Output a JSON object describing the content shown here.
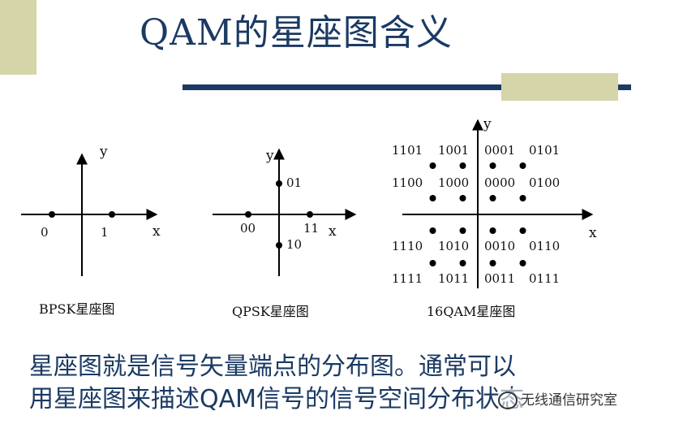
{
  "title": "QAM的星座图含义",
  "bpsk": {
    "y_label": "y",
    "x_label": "x",
    "points": [
      {
        "label": "0",
        "i": -1,
        "q": 0
      },
      {
        "label": "1",
        "i": 1,
        "q": 0
      }
    ],
    "caption": "BPSK星座图"
  },
  "qpsk": {
    "y_label": "y",
    "x_label": "x",
    "points": [
      {
        "label": "01",
        "i": 0,
        "q": 1
      },
      {
        "label": "00",
        "i": -1,
        "q": 0
      },
      {
        "label": "11",
        "i": 1,
        "q": 0
      },
      {
        "label": "10",
        "i": 0,
        "q": -1
      }
    ],
    "caption": "QPSK星座图"
  },
  "qam16": {
    "y_label": "y",
    "x_label": "x",
    "rows": [
      {
        "q": 3,
        "labels": [
          "1101",
          "1001",
          "0001",
          "0101"
        ]
      },
      {
        "q": 1,
        "labels": [
          "1100",
          "1000",
          "0000",
          "0100"
        ]
      },
      {
        "q": -1,
        "labels": [
          "1110",
          "1010",
          "0010",
          "0110"
        ]
      },
      {
        "q": -3,
        "labels": [
          "1111",
          "1011",
          "0011",
          "0111"
        ]
      }
    ],
    "i_levels": [
      -3,
      -1,
      1,
      3
    ],
    "caption": "16QAM星座图"
  },
  "body": {
    "line1": "星座图就是信号矢量端点的分布图。通常可以",
    "line2": "用星座图来描述QAM信号的信号空间分布状态"
  },
  "watermark": "无线通信研究室",
  "colors": {
    "title": "#1b3a63",
    "accent": "#d6d5a9",
    "axis": "#000000"
  }
}
